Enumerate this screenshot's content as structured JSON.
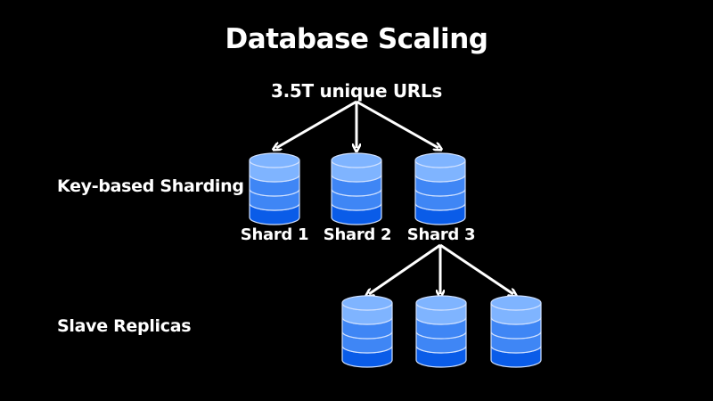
{
  "title": "Database Scaling",
  "root": {
    "label": "3.5T unique URLs"
  },
  "rows": {
    "sharding_label": "Key-based Sharding",
    "replicas_label": "Slave Replicas"
  },
  "shards": [
    {
      "label": "Shard 1"
    },
    {
      "label": "Shard 2"
    },
    {
      "label": "Shard 3"
    }
  ],
  "replicas_count": 3,
  "colors": {
    "background": "#000000",
    "text": "#ffffff",
    "db_light": "#7fb4ff",
    "db_mid": "#3f86f5",
    "db_dark": "#0a5ce8",
    "db_band_line": "#cfe0ff",
    "arrow": "#ffffff"
  },
  "icon": "database-cylinder-icon"
}
